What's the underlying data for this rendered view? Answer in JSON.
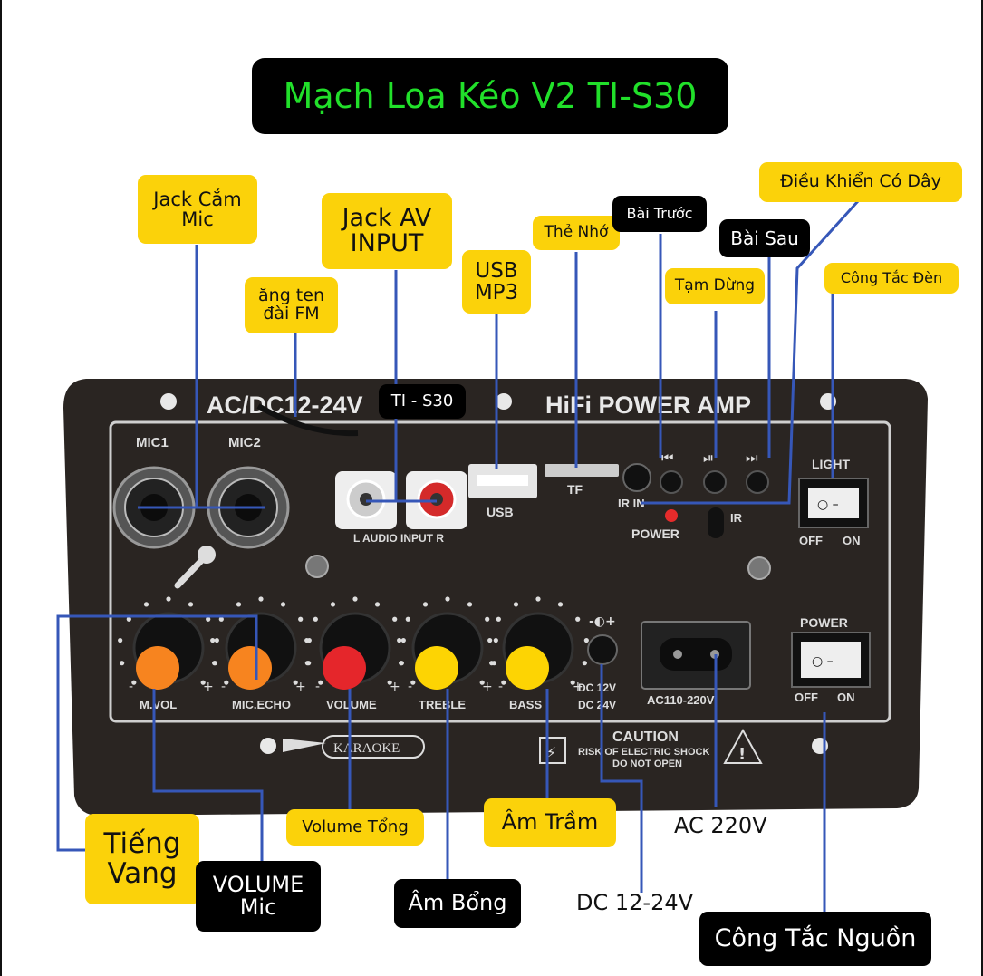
{
  "title": "Mạch Loa Kéo V2 TI-S30",
  "labels": {
    "jack_mic": "Jack Cắm\nMic",
    "ang_ten": "ăng ten\nđài FM",
    "jack_av": "Jack AV\nINPUT",
    "usb": "USB\nMP3",
    "the_nho": "Thẻ Nhớ",
    "bai_truoc": "Bài Trước",
    "bai_sau": "Bài Sau",
    "tam_dung": "Tạm Dừng",
    "dieu_khien": "Điều Khiển Có Dây",
    "cong_tac_den": "Công Tắc Đèn",
    "ti_s30": "TI - S30",
    "tieng_vang": "Tiếng\nVang",
    "volume_mic": "VOLUME\nMic",
    "volume_tong": "Volume Tổng",
    "am_bong": "Âm Bổng",
    "am_tram": "Âm Trầm",
    "dc": "DC 12-24V",
    "ac": "AC 220V",
    "cong_tac_nguon": "Công Tắc Nguồn"
  },
  "board": {
    "voltage": "AC/DC12-24V",
    "brand": "HiFi POWER AMP",
    "mic1": "MIC1",
    "mic2": "MIC2",
    "audio_input": "L  AUDIO INPUT  R",
    "usb_text": "USB",
    "tf_text": "TF",
    "ir_in": "IR IN",
    "ir": "IR",
    "power_led": "POWER",
    "light": "LIGHT",
    "power": "POWER",
    "off": "OFF",
    "on": "ON",
    "knobs": [
      "M.VOL",
      "MIC.ECHO",
      "VOLUME",
      "TREBLE",
      "BASS"
    ],
    "dc_12": "DC 12V",
    "dc_24": "DC 24V",
    "dc_polarity": "-◐+",
    "ac_text": "AC110-220V",
    "karaoke": "KARAOKE",
    "caution": "CAUTION",
    "caution_1": "RISK OF ELECTRIC SHOCK",
    "caution_2": "DO NOT OPEN",
    "knob_minus": "-",
    "knob_plus": "+"
  },
  "colors": {
    "label_yellow": "#fbd20a",
    "label_black": "#000000",
    "title_green": "#21e02a",
    "line_blue": "#3657b8",
    "knob_orange": "#f7841f",
    "knob_red": "#e5262b",
    "knob_yellow": "#fdd403"
  }
}
